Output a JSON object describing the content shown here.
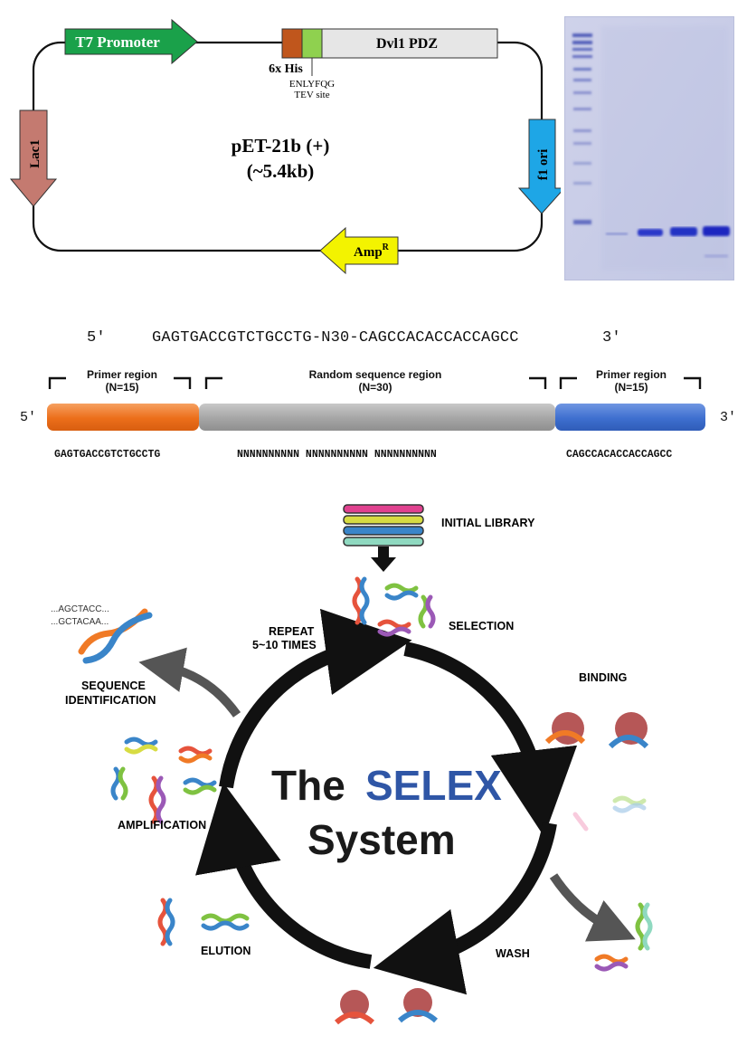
{
  "plasmid": {
    "name": "pET-21b (+)",
    "size": "(~5.4kb)",
    "t7_promoter": "T7 Promoter",
    "insert": "Dvl1 PDZ",
    "his_tag": "6x His",
    "tev_seq": "ENLYFQG",
    "tev_site": "TEV site",
    "lacI": "Lac1",
    "f1_ori": "f1 ori",
    "amp_base": "Amp",
    "amp_sup": "R",
    "colors": {
      "t7": "#1aa14a",
      "lac": "#c47a70",
      "ori": "#1ea6e6",
      "amp": "#f3f300",
      "his": "#c0561c",
      "tev": "#8fd14f",
      "insert": "#e6e6e6"
    }
  },
  "gel": {
    "background": "#c9cde8",
    "band_color": "#2b37c9"
  },
  "library": {
    "full_sequence": "GAGTGACCGTCTGCCTG-N30-CAGCCACACCACCAGCC",
    "five_prime": "5′",
    "three_prime": "3′",
    "regions": [
      {
        "title": "Primer region",
        "count": "(N=15)",
        "sequence": "GAGTGACCGTCTGCCTG",
        "color": "#f07a26"
      },
      {
        "title": "Random sequence region",
        "count": "(N=30)",
        "sequence": "NNNNNNNNNN NNNNNNNNNN NNNNNNNNNN",
        "color": "#a9a9a9"
      },
      {
        "title": "Primer region",
        "count": "(N=15)",
        "sequence": "CAGCCACACCACCAGCC",
        "color": "#3e6fcf"
      }
    ]
  },
  "selex": {
    "title_the": "The",
    "title_selex": "SELEX",
    "title_system": "System",
    "selex_color": "#2f56a6",
    "steps": {
      "initial_library": "INITIAL LIBRARY",
      "selection": "SELECTION",
      "binding": "BINDING",
      "wash": "WASH",
      "elution": "ELUTION",
      "amplification": "AMPLIFICATION",
      "sequence_line1": "SEQUENCE",
      "sequence_line2": "IDENTIFICATION",
      "repeat_line1": "REPEAT",
      "repeat_line2": "5~10 TIMES"
    },
    "sequence_read_1": "...AGCTACC...",
    "sequence_read_2": "...GCTACAA..."
  }
}
